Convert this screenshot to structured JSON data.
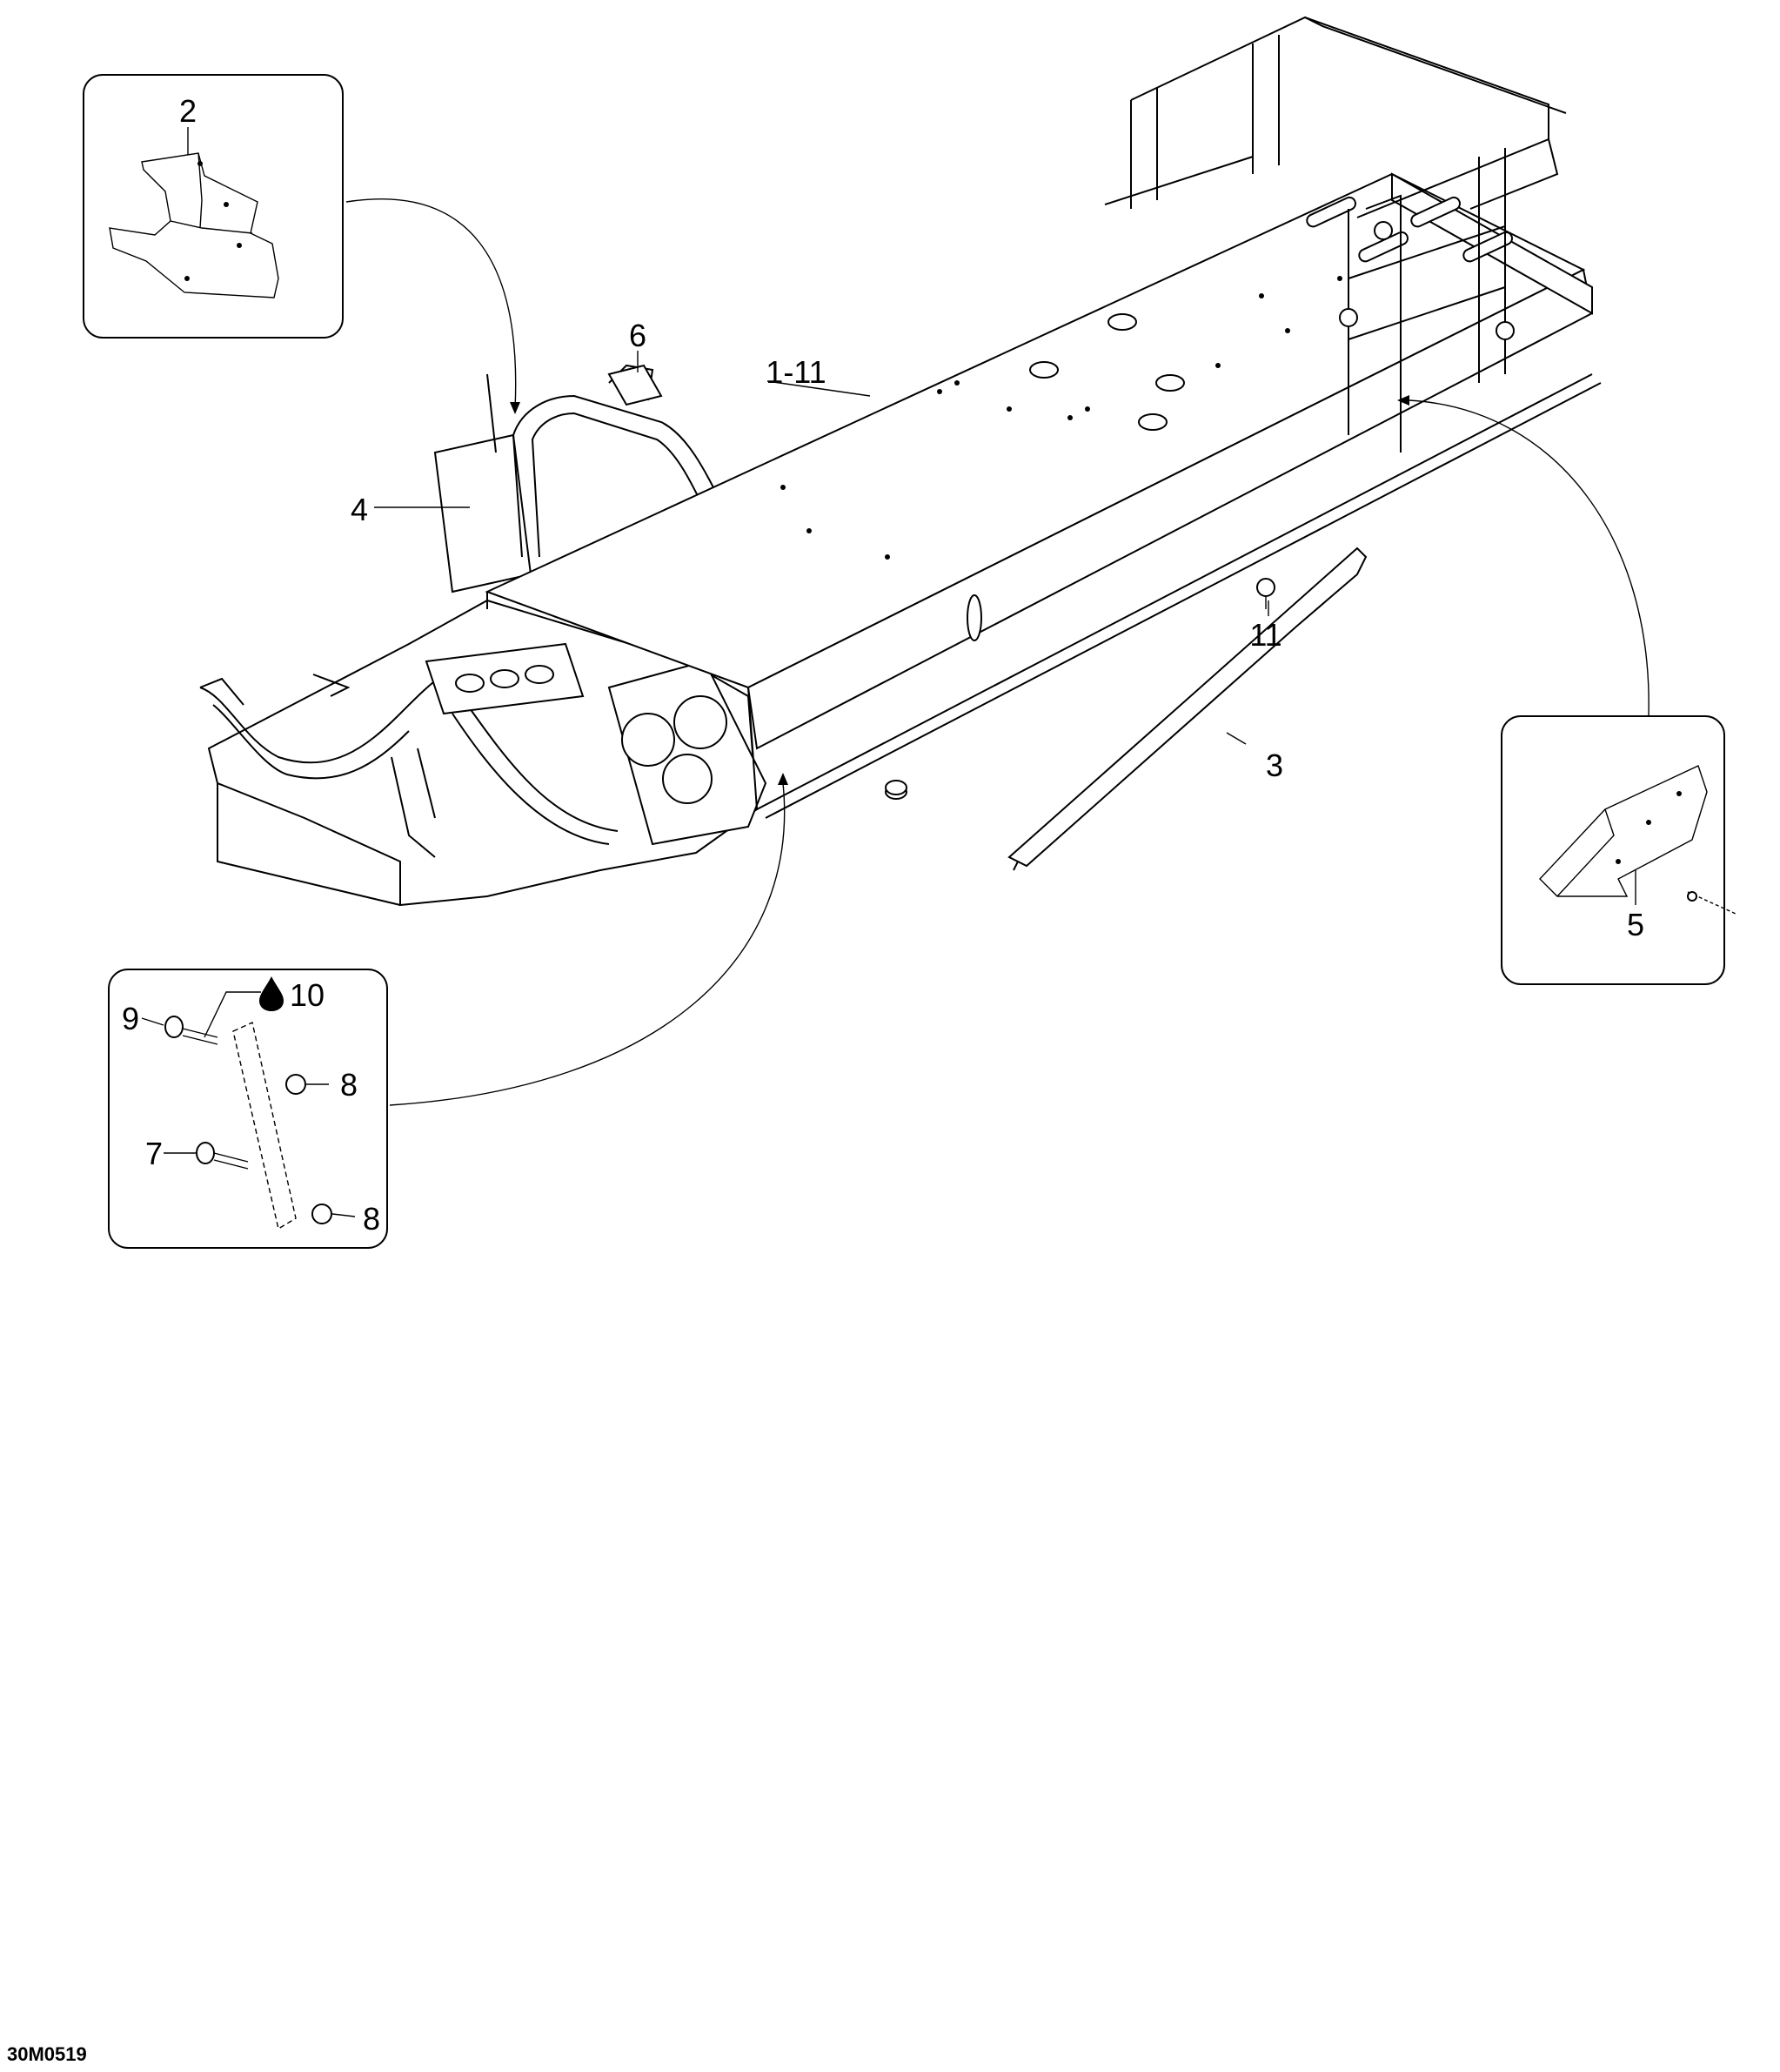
{
  "diagram": {
    "drawing_code": "30M0519",
    "callouts": {
      "c1_11": "1-11",
      "c2": "2",
      "c3": "3",
      "c4": "4",
      "c5": "5",
      "c6": "6",
      "c7": "7",
      "c8a": "8",
      "c8b": "8",
      "c9": "9",
      "c10": "10",
      "c11": "11"
    },
    "icons": {
      "drop": "drop-icon"
    }
  }
}
